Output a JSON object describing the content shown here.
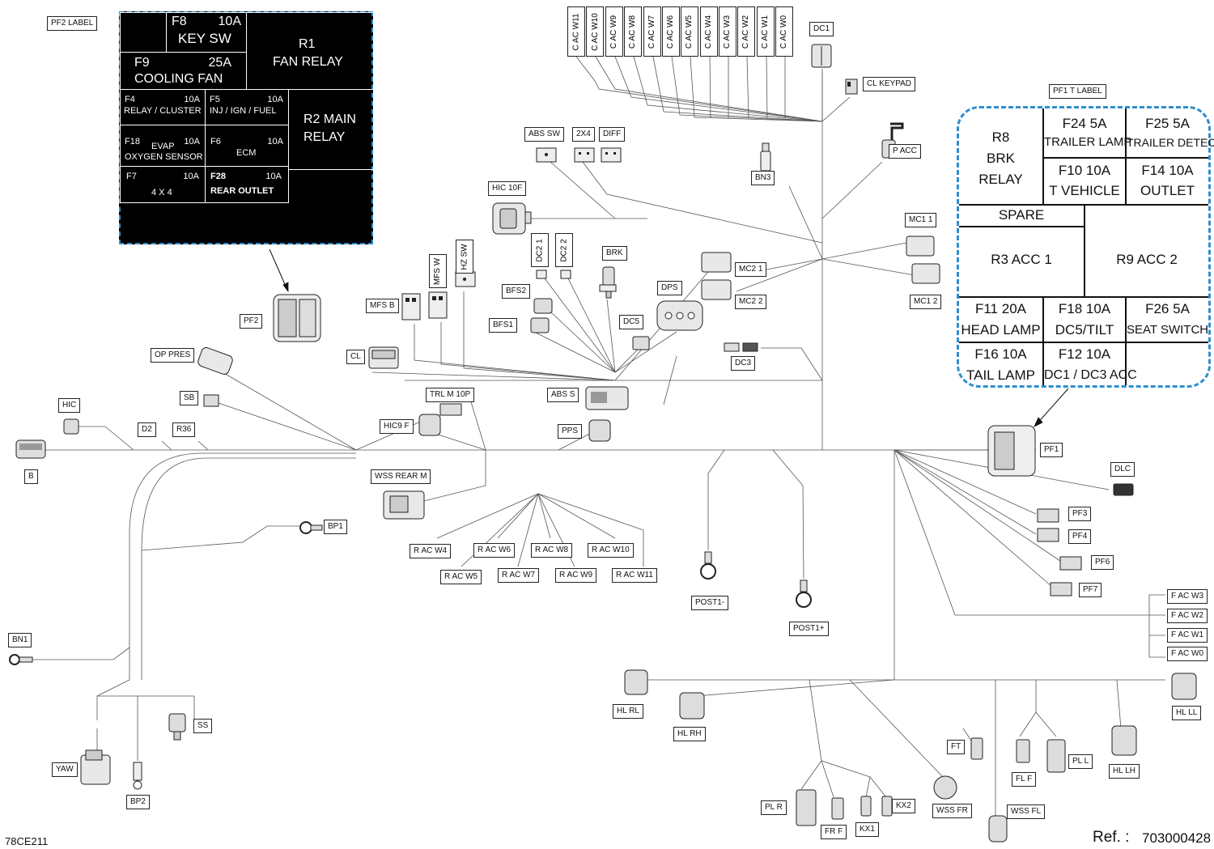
{
  "pf2_label": {
    "tag": "PF2 LABEL",
    "f8": {
      "id": "F8",
      "amp": "10A",
      "name": "KEY SW"
    },
    "f9": {
      "id": "F9",
      "amp": "25A",
      "name": "COOLING FAN"
    },
    "r1": {
      "id": "R1",
      "name": "FAN RELAY"
    },
    "f4": {
      "id": "F4",
      "amp": "10A",
      "name": "RELAY / CLUSTER"
    },
    "f5": {
      "id": "F5",
      "amp": "10A",
      "name": "INJ / IGN / FUEL"
    },
    "r2": {
      "line1": "R2 MAIN",
      "line2": "RELAY"
    },
    "f18": {
      "id": "F18",
      "amp": "10A",
      "name1": "EVAP",
      "name2": "OXYGEN SENSOR"
    },
    "f6": {
      "id": "F6",
      "amp": "10A",
      "name": "ECM"
    },
    "f7": {
      "id": "F7",
      "amp": "10A",
      "name": "4 X 4"
    },
    "f28": {
      "id": "F28",
      "amp": "10A",
      "name": "REAR OUTLET"
    }
  },
  "pf1_label": {
    "tag": "PF1 T LABEL",
    "r8": {
      "l1": "R8",
      "l2": "BRK",
      "l3": "RELAY"
    },
    "f24": {
      "top": "F24     5A",
      "name": "TRAILER LAMP"
    },
    "f25": {
      "top": "F25     5A",
      "name": "TRAILER DETECT"
    },
    "f10": {
      "top": "F10     10A",
      "name": "T VEHICLE"
    },
    "f14": {
      "top": "F14     10A",
      "name": "OUTLET"
    },
    "spare": "SPARE",
    "r3": "R3   ACC 1",
    "r9": "R9     ACC 2",
    "f11": {
      "top": "F11     20A",
      "name": "HEAD LAMP"
    },
    "f18": {
      "top": "F18     10A",
      "name": "DC5/TILT"
    },
    "f26": {
      "top": "F26     5A",
      "name": "SEAT SWITCH"
    },
    "f16": {
      "top": "F16     10A",
      "name": "TAIL LAMP"
    },
    "f12": {
      "top": "F12     10A",
      "name": "DC1 / DC3 ACC"
    }
  },
  "top_connectors": [
    "C AC W11",
    "C AC W10",
    "C AC W9",
    "C AC W8",
    "C AC W7",
    "C AC W6",
    "C AC W5",
    "C AC W4",
    "C AC W3",
    "C AC W2",
    "C AC W1",
    "C AC W0"
  ],
  "labels": {
    "dc1": "DC1",
    "cl_keypad": "CL KEYPAD",
    "p_acc": "P ACC",
    "bn3": "BN3",
    "abs_sw": "ABS SW",
    "2x4": "2X4",
    "diff": "DIFF",
    "hic_10f": "HIC 10F",
    "dc2_1": "DC2 1",
    "dc2_2": "DC2 2",
    "mfs_w": "MFS W",
    "hz_sw": "HZ SW",
    "brk": "BRK",
    "mc1_1": "MC1 1",
    "mc1_2": "MC1 2",
    "mc2_1": "MC2 1",
    "mc2_2": "MC2 2",
    "bfs2": "BFS2",
    "bfs1": "BFS1",
    "mfs_b": "MFS B",
    "dps": "DPS",
    "dc5": "DC5",
    "dc3": "DC3",
    "pf2": "PF2",
    "op_pres": "OP PRES",
    "cl": "CL",
    "sb": "SB",
    "hic": "HIC",
    "trl_m_10p": "TRL M 10P",
    "abs_s": "ABS S",
    "d2": "D2",
    "r36": "R36",
    "hic9_f": "HIC9 F",
    "pps": "PPS",
    "b": "B",
    "pf1": "PF1",
    "dlc": "DLC",
    "wss_rear_m": "WSS REAR M",
    "bp1": "BP1",
    "pf3": "PF3",
    "pf4": "PF4",
    "pf6": "PF6",
    "pf7": "PF7",
    "r_ac_w4": "R AC W4",
    "r_ac_w6": "R AC W6",
    "r_ac_w8": "R AC W8",
    "r_ac_w10": "R AC W10",
    "r_ac_w5": "R AC W5",
    "r_ac_w7": "R AC W7",
    "r_ac_w9": "R AC W9",
    "r_ac_w11": "R AC W11",
    "post1m": "POST1-",
    "post1p": "POST1+",
    "f_ac_w3": "F AC W3",
    "f_ac_w2": "F AC W2",
    "f_ac_w1": "F AC W1",
    "f_ac_w0": "F AC W0",
    "bn1": "BN1",
    "hl_rl": "HL RL",
    "hl_rh": "HL RH",
    "hl_ll": "HL LL",
    "hl_lh": "HL LH",
    "ss": "SS",
    "yaw": "YAW",
    "bp2": "BP2",
    "ft": "FT",
    "pl_l": "PL L",
    "fl_f": "FL F",
    "pl_r": "PL R",
    "fr_f": "FR F",
    "kx1": "KX1",
    "kx2": "KX2",
    "wss_fr": "WSS FR",
    "wss_fl": "WSS FL"
  },
  "footer": {
    "code": "78CE211",
    "ref_label": "Ref. :",
    "ref_value": "703000428"
  }
}
